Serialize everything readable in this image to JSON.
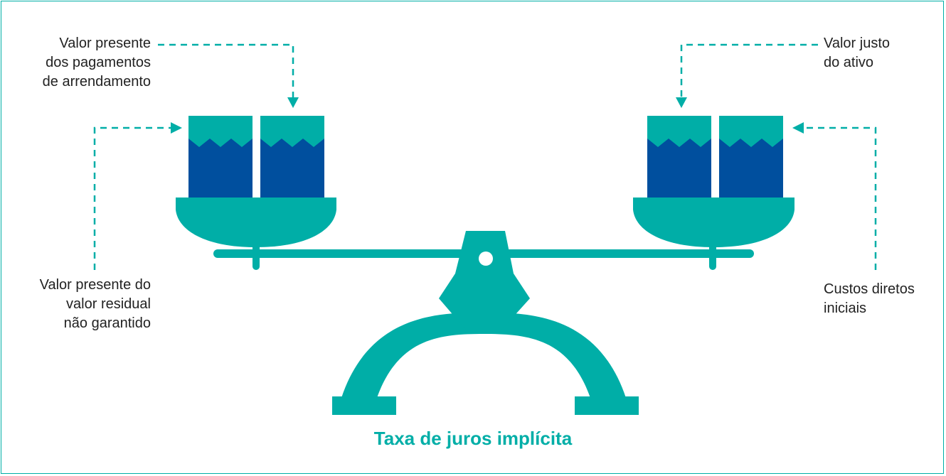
{
  "labels": {
    "top_left": [
      "Valor presente",
      "dos pagamentos",
      "de arrendamento"
    ],
    "bottom_left": [
      "Valor presente do",
      "valor residual",
      "não garantido"
    ],
    "top_right": [
      "Valor justo",
      "do ativo"
    ],
    "bottom_right": [
      "Custos diretos",
      "iniciais"
    ]
  },
  "caption": "Taxa de juros implícita",
  "colors": {
    "teal": "#00aea7",
    "dark_blue": "#004f9e",
    "text": "#222222"
  }
}
